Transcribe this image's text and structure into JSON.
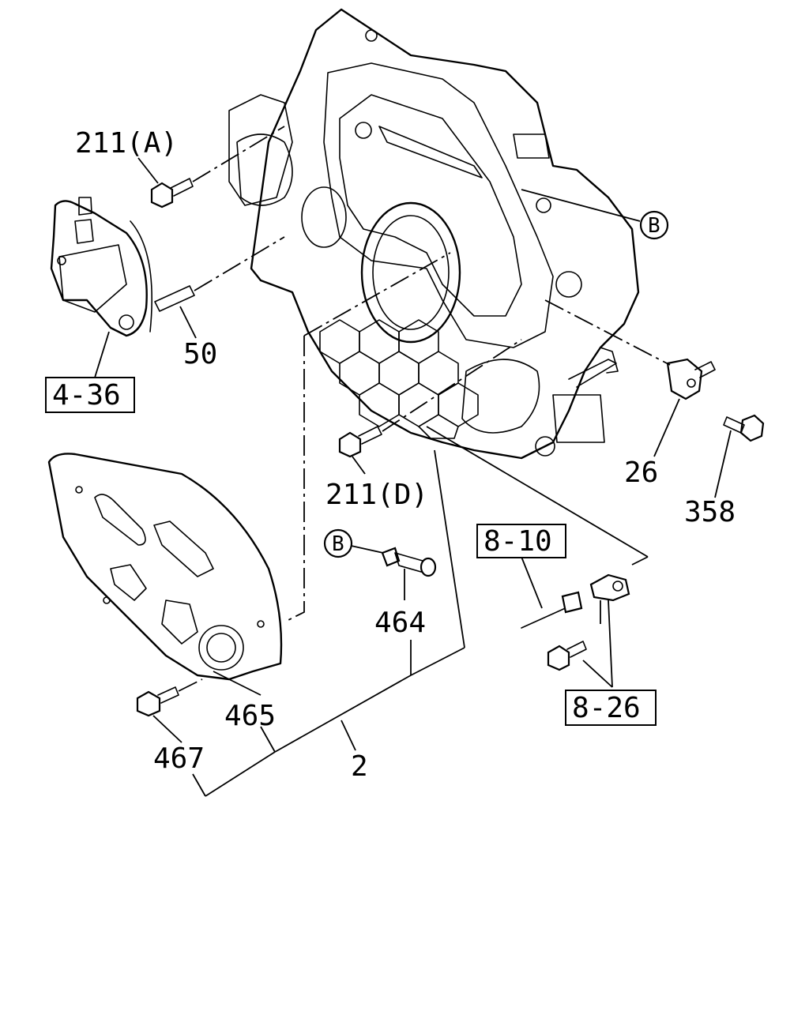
{
  "labels": {
    "bolt_211a": "211(A)",
    "stud_50": "50",
    "ref_4_36": "4-36",
    "ref_b_top": "B",
    "bolt_211d": "211(D)",
    "part_26": "26",
    "bolt_358": "358",
    "ref_8_10": "8-10",
    "ref_b_mid": "B",
    "part_464": "464",
    "part_465": "465",
    "bolt_467": "467",
    "part_2": "2",
    "ref_8_26": "8-26"
  }
}
